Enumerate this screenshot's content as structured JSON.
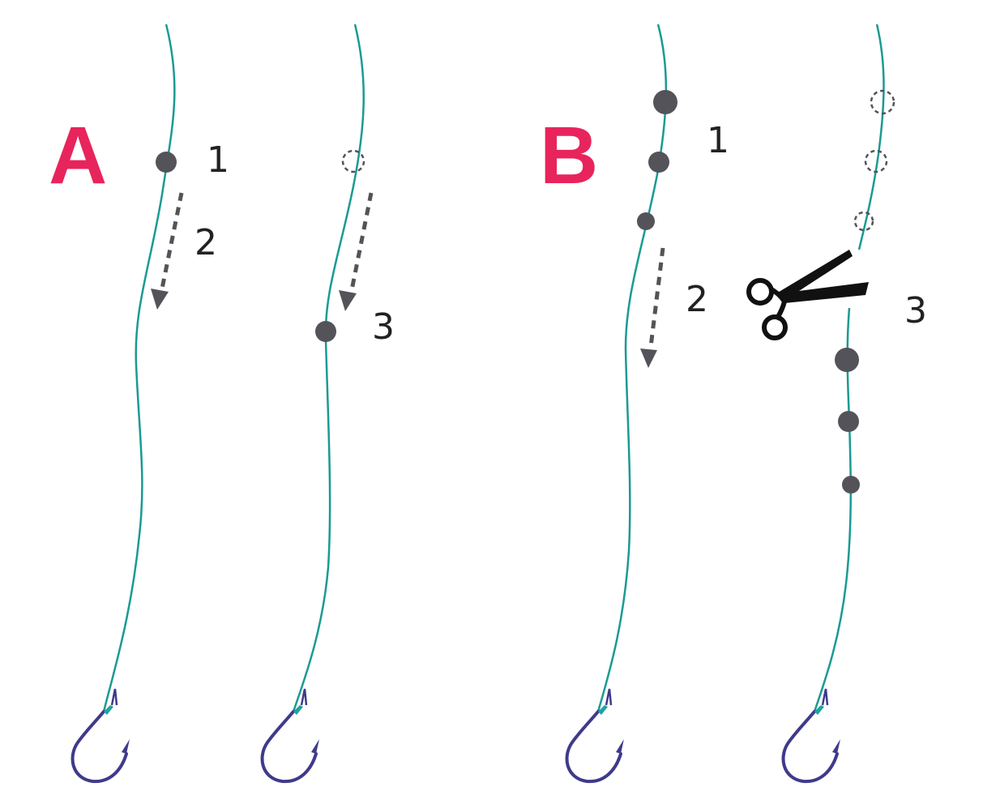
{
  "colors": {
    "line": "#1a9a93",
    "hook": "#3f3a8a",
    "hook_eye": "#21a39c",
    "bead": "#535359",
    "accent": "#e8245c",
    "label": "#222222",
    "scissors": "#111111"
  },
  "panels": {
    "a": {
      "letter": "A",
      "step1": "1",
      "step2": "2",
      "step3": "3"
    },
    "b": {
      "letter": "B",
      "step1": "1",
      "step2": "2",
      "step3": "3"
    }
  },
  "icons": {
    "hook": "fish-hook-icon",
    "bead": "bead-icon",
    "scissors": "scissors-icon",
    "arrow": "dashed-arrow-icon"
  }
}
